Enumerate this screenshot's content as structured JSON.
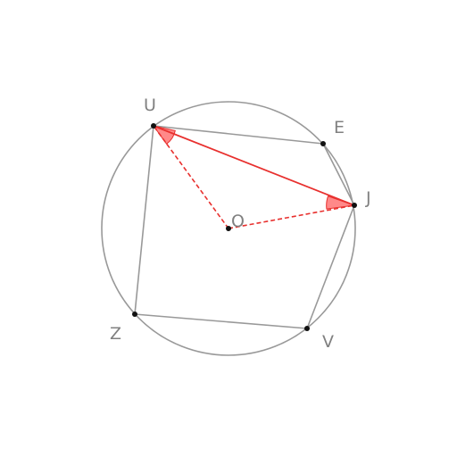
{
  "diagram": {
    "points": {
      "U": "U",
      "E": "E",
      "J": "J",
      "O": "O",
      "Z": "Z",
      "V": "V"
    },
    "colors": {
      "circle": "#999999",
      "polygon": "#999999",
      "highlight": "#e8302e",
      "angle_fill": "#ff6b6b",
      "point": "#111111",
      "label": "#808080"
    }
  }
}
